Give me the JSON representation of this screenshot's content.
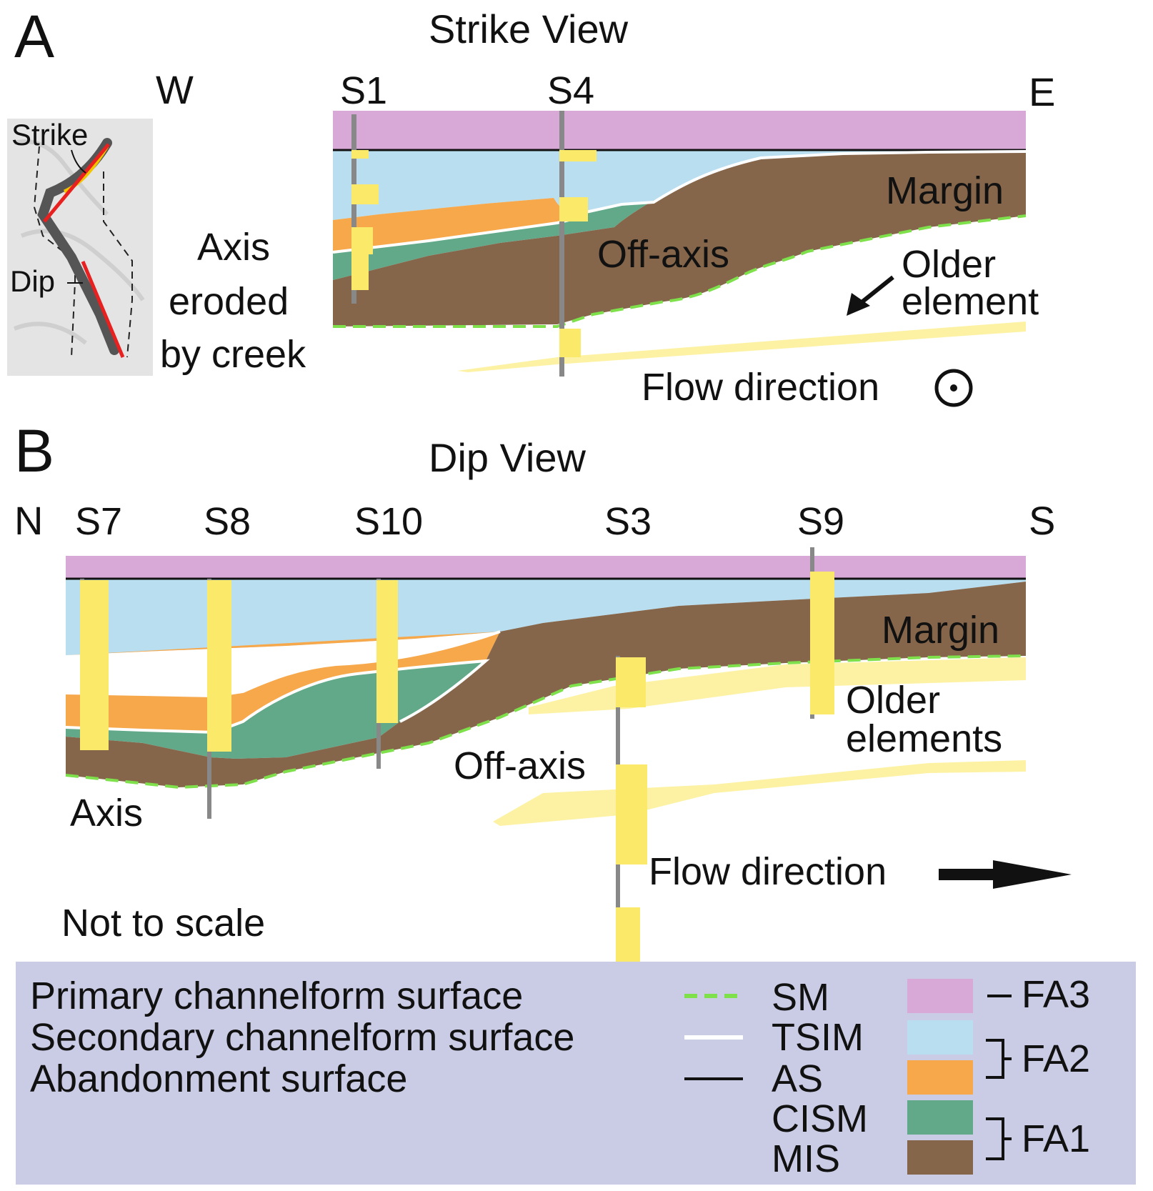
{
  "panel_a": {
    "letter": "A",
    "title": "Strike View",
    "west": "W",
    "east": "E",
    "stations": [
      "S1",
      "S4"
    ],
    "labels": {
      "margin": "Margin",
      "off_axis": "Off-axis",
      "older_line1": "Older",
      "older_line2": "element",
      "axis_line1": "Axis",
      "axis_line2": "eroded",
      "axis_line3": "by creek",
      "flow": "Flow direction"
    },
    "inset": {
      "strike": "Strike",
      "dip": "Dip"
    }
  },
  "panel_b": {
    "letter": "B",
    "title": "Dip View",
    "north": "N",
    "south": "S",
    "stations": [
      "S7",
      "S8",
      "S10",
      "S3",
      "S9"
    ],
    "labels": {
      "margin": "Margin",
      "off_axis": "Off-axis",
      "older_line1": "Older",
      "older_line2": "elements",
      "axis": "Axis",
      "flow": "Flow direction",
      "not_to_scale": "Not to scale"
    }
  },
  "legend": {
    "surfaces": [
      {
        "label": "Primary channelform surface",
        "abbr": "SM"
      },
      {
        "label": "Secondary channelform surface",
        "abbr": "TSIM"
      },
      {
        "label": "Abandonment surface",
        "abbr": "AS"
      }
    ],
    "units": [
      {
        "abbr": "CISM"
      },
      {
        "abbr": "MIS"
      }
    ],
    "groups": [
      "FA3",
      "FA2",
      "FA1"
    ]
  },
  "colors": {
    "fa3_pink": "#d8a9d6",
    "fa2_blue": "#b8def0",
    "fa2_orange": "#f6a84b",
    "fa1_green": "#62a98a",
    "fa1_brown": "#85664a",
    "primary_surface": "#7ee04a",
    "secondary_surface": "#ffffff",
    "abandonment_surface": "#111111",
    "older_element": "#fdf2a4",
    "log_yellow": "#fbe96a",
    "legend_bg": "#c9cce4"
  }
}
